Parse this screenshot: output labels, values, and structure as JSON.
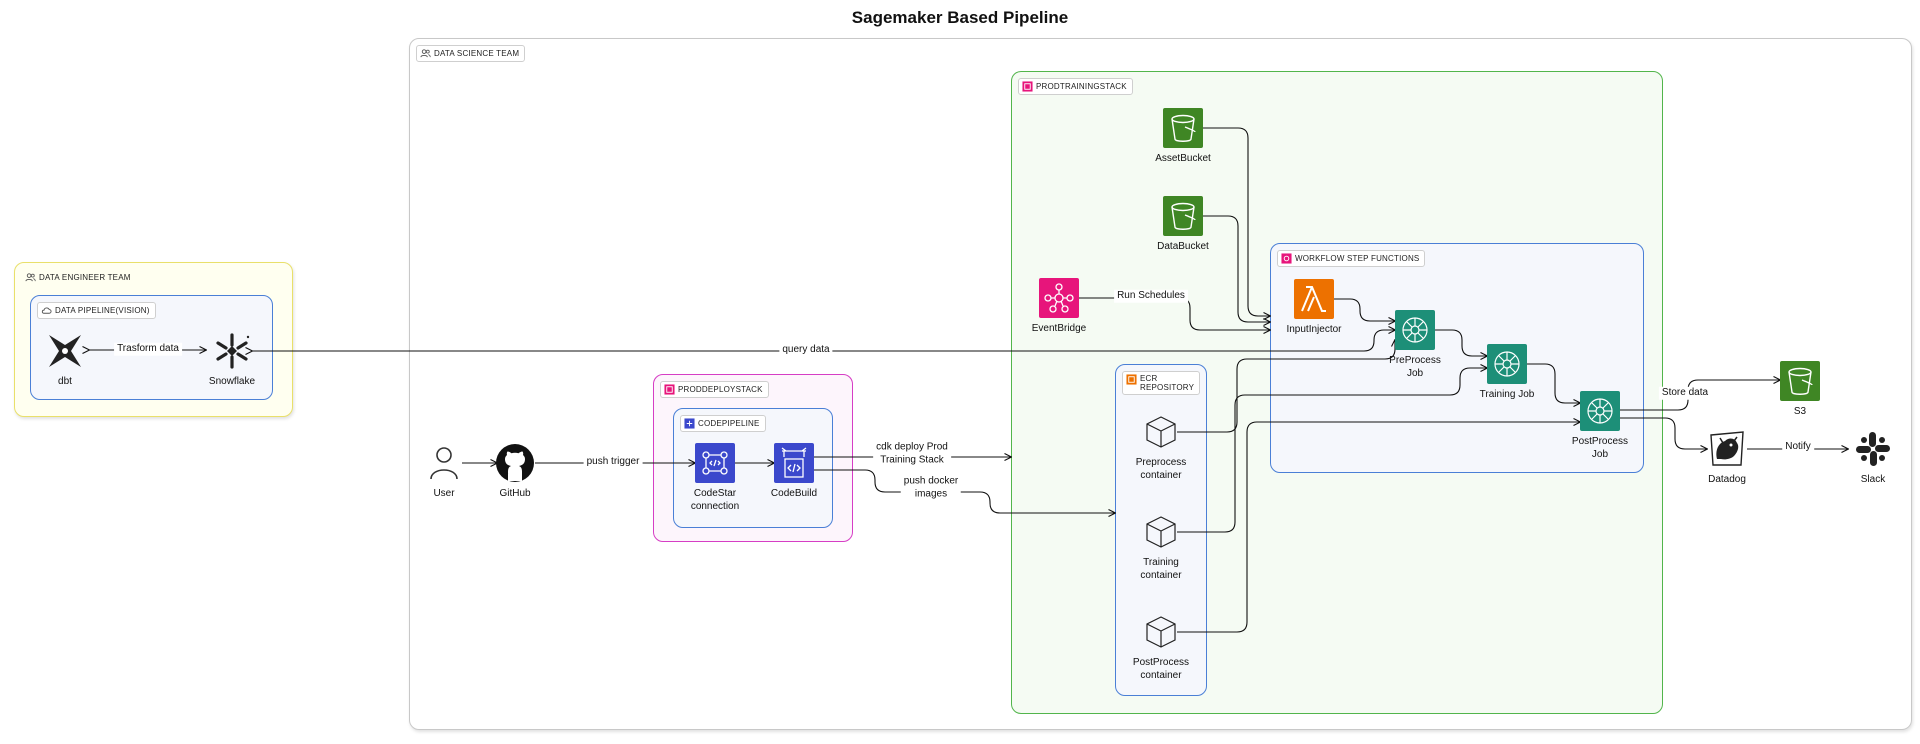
{
  "title": "Sagemaker Based Pipeline",
  "groups": {
    "data_science_team": "DATA SCIENCE TEAM",
    "data_engineer_team": "DATA ENGINEER TEAM",
    "data_pipeline": "DATA PIPELINE(VISION)",
    "prod_deploy_stack": "PRODDEPLOYSTACK",
    "code_pipeline": "CODEPIPELINE",
    "prod_training_stack": "PRODTRAININGSTACK",
    "ecr_repository": "ECR\nREPOSITORY",
    "workflow_step_functions": "WORKFLOW STEP FUNCTIONS"
  },
  "nodes": {
    "dbt": "dbt",
    "snowflake": "Snowflake",
    "user": "User",
    "github": "GitHub",
    "codestar": "CodeStar\nconnection",
    "codebuild": "CodeBuild",
    "asset_bucket": "AssetBucket",
    "data_bucket": "DataBucket",
    "eventbridge": "EventBridge",
    "input_injector": "InputInjector",
    "preprocess_job": "PreProcess\nJob",
    "training_job": "Training Job",
    "postprocess_job": "PostProcess\nJob",
    "preprocess_container": "Preprocess\ncontainer",
    "training_container": "Training\ncontainer",
    "postprocess_container": "PostProcess\ncontainer",
    "s3": "S3",
    "datadog": "Datadog",
    "slack": "Slack"
  },
  "edges": {
    "transform_data": "Trasform data",
    "query_data": "query data",
    "push_trigger": "push trigger",
    "cdk_deploy": "cdk deploy Prod\nTraining Stack",
    "push_docker": "push docker\nimages",
    "run_schedules": "Run Schedules",
    "store_data": "Store data",
    "notify": "Notify"
  },
  "colors": {
    "data_science_border": "#c8c8c8",
    "data_engineer_border": "#e9e06a",
    "data_engineer_fill": "#fffff0",
    "prod_deploy_border": "#d63ec5",
    "prod_training_border": "#52b54b",
    "prod_training_fill": "#f5fbf3",
    "inner_blue_border": "#4a7fd6",
    "inner_blue_fill": "#f5f7fc",
    "storage_green": "#3f8624",
    "ml_teal": "#1d8f78",
    "lambda_orange": "#ed7100",
    "eventbridge_pink": "#e7157b",
    "devtools_blue": "#3b48cc"
  },
  "icons": {
    "team": "users-icon",
    "cloud": "cloud-icon",
    "bucket": "bucket-icon",
    "sagemaker": "sagemaker-brain-icon",
    "lambda": "lambda-icon",
    "container": "cube-icon"
  }
}
